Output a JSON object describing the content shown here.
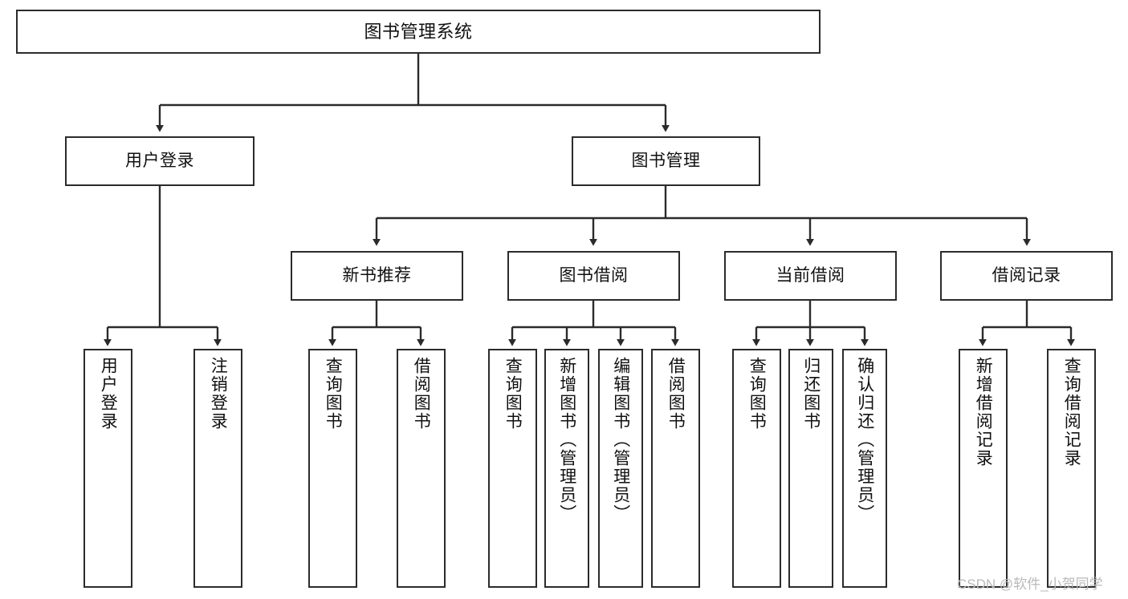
{
  "diagram": {
    "title": "图书管理系统",
    "type": "功能结构图",
    "root": {
      "label": "图书管理系统"
    },
    "level2": [
      {
        "label": "用户登录"
      },
      {
        "label": "图书管理"
      }
    ],
    "level3": [
      {
        "label": "新书推荐"
      },
      {
        "label": "图书借阅"
      },
      {
        "label": "当前借阅"
      },
      {
        "label": "借阅记录"
      }
    ],
    "leaves": {
      "user_login": [
        {
          "label": "用户登录"
        },
        {
          "label": "注销登录"
        }
      ],
      "new_book_recommend": [
        {
          "label": "查询图书"
        },
        {
          "label": "借阅图书"
        }
      ],
      "book_borrow": [
        {
          "label": "查询图书"
        },
        {
          "label": "新增图书（管理员）"
        },
        {
          "label": "编辑图书（管理员）"
        },
        {
          "label": "借阅图书"
        }
      ],
      "current_borrow": [
        {
          "label": "查询图书"
        },
        {
          "label": "归还图书"
        },
        {
          "label": "确认归还（管理员）"
        }
      ],
      "borrow_record": [
        {
          "label": "新增借阅记录"
        },
        {
          "label": "查询借阅记录"
        }
      ]
    }
  },
  "watermark": {
    "text": "CSDN @软件_小贺同学"
  },
  "colors": {
    "stroke": "#2b2b2b",
    "background": "#ffffff",
    "text": "#101010",
    "watermark": "#b9b9b9"
  }
}
